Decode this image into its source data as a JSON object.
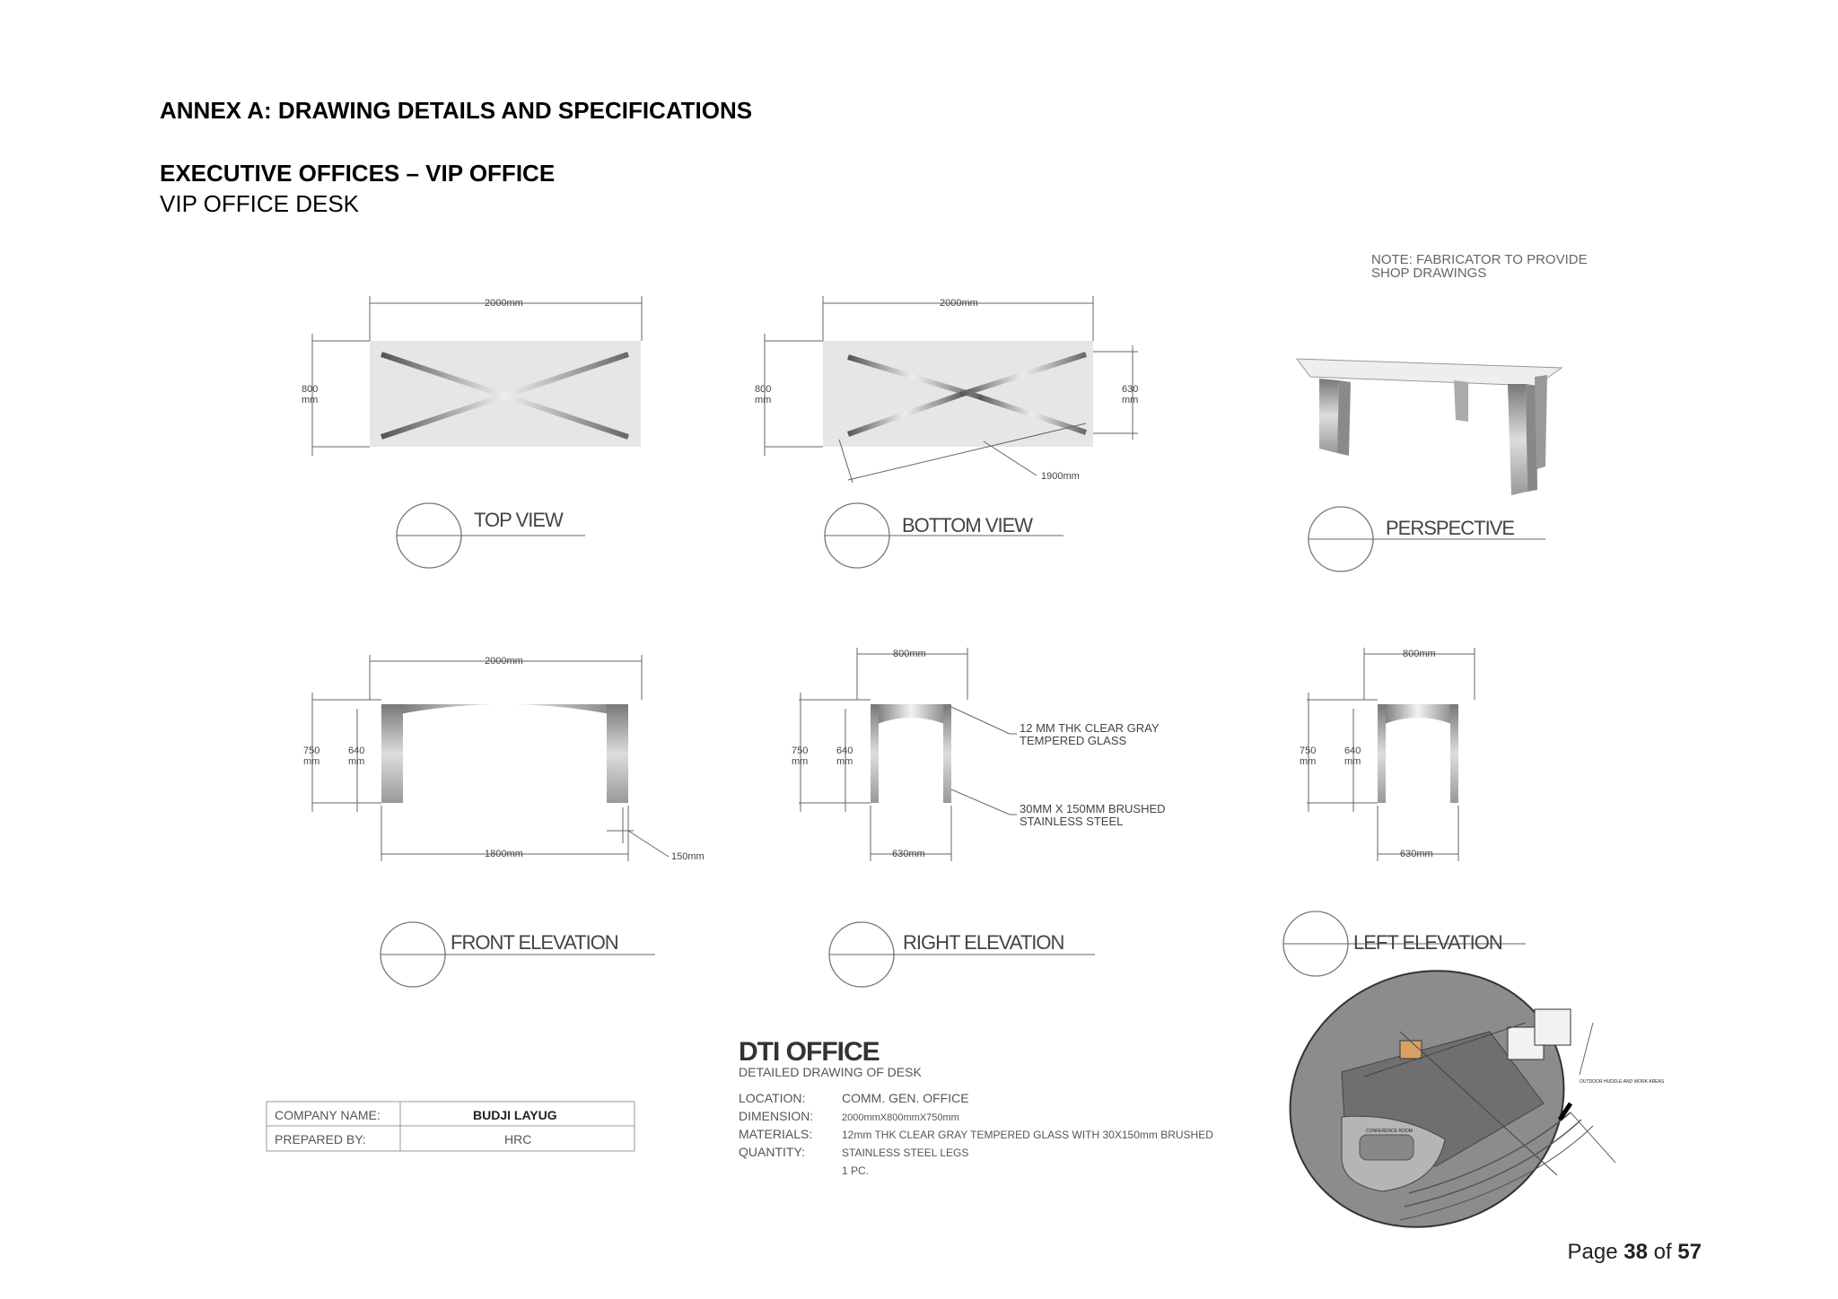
{
  "header": {
    "annex_title": "ANNEX A: DRAWING DETAILS AND SPECIFICATIONS",
    "section_title": "EXECUTIVE OFFICES – VIP OFFICE",
    "item_title": "VIP OFFICE DESK"
  },
  "note": {
    "line1": "NOTE: FABRICATOR TO PROVIDE",
    "line2": "SHOP DRAWINGS"
  },
  "views": {
    "top": "TOP VIEW",
    "bottom": "BOTTOM VIEW",
    "perspective": "PERSPECTIVE",
    "front": "FRONT ELEVATION",
    "right": "RIGHT ELEVATION",
    "left": "LEFT ELEVATION"
  },
  "dimensions": {
    "width_2000": "2000mm",
    "depth_800": "800",
    "depth_630": "630",
    "unit_mm": "mm",
    "diag_1900": "1900mm",
    "width_1800": "1800mm",
    "leg_150": "150mm",
    "height_750": "750",
    "height_640": "640",
    "side_800": "800mm",
    "side_630": "630mm"
  },
  "callouts": {
    "glass_line1": "12 MM THK CLEAR GRAY",
    "glass_line2": "TEMPERED GLASS",
    "steel_line1": "30MM X 150MM BRUSHED",
    "steel_line2": "STAINLESS STEEL"
  },
  "title_block": {
    "company_label": "COMPANY NAME:",
    "company_value": "BUDJI LAYUG",
    "prepared_label": "PREPARED BY:",
    "prepared_value": "HRC"
  },
  "spec": {
    "office": "DTI OFFICE",
    "subtitle": "DETAILED DRAWING OF DESK",
    "location_label": "LOCATION:",
    "location_value": "COMM. GEN. OFFICE",
    "dimension_label": "DIMENSION:",
    "dimension_value": "2000mmX800mmX750mm",
    "materials_label": "MATERIALS:",
    "materials_value": "12mm THK CLEAR GRAY TEMPERED GLASS WITH 30X150mm BRUSHED",
    "materials_value2": "STAINLESS STEEL LEGS",
    "quantity_label": "QUANTITY:",
    "quantity_value": "1 PC."
  },
  "floorplan": {
    "room_conference": "CONFERENCE ROOM",
    "room_outdoor": "OUTDOOR HUDDLE AND WORK AREAS"
  },
  "footer": {
    "page_prefix": "Page ",
    "page_number": "38",
    "page_of": " of ",
    "page_total": "57"
  }
}
